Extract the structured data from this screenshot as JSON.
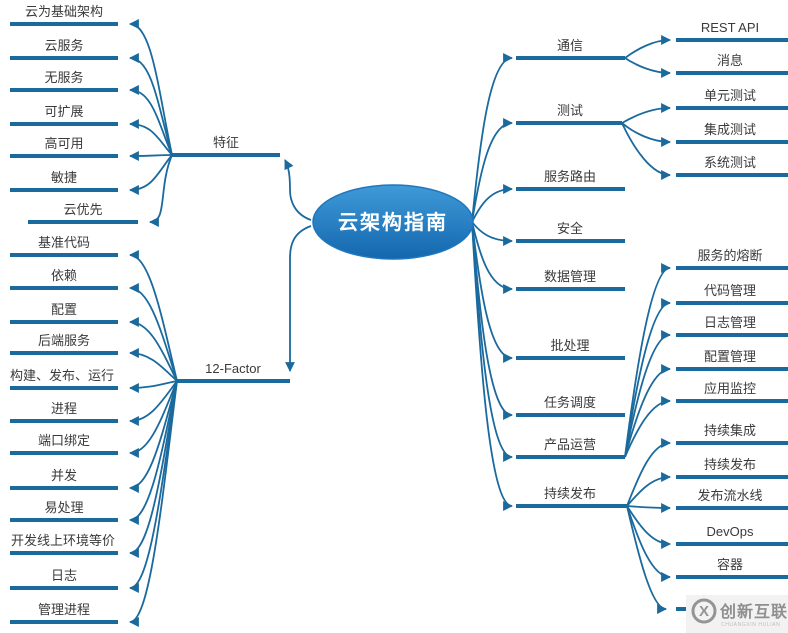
{
  "root": {
    "label": "云架构指南"
  },
  "branches_left": [
    {
      "label": "特征",
      "children": [
        "云为基础架构",
        "云服务",
        "无服务",
        "可扩展",
        "高可用",
        "敏捷",
        "云优先"
      ]
    },
    {
      "label": "12-Factor",
      "children": [
        "基准代码",
        "依赖",
        "配置",
        "后端服务",
        "构建、发布、运行",
        "进程",
        "端口绑定",
        "并发",
        "易处理",
        "开发线上环境等价",
        "日志",
        "管理进程"
      ]
    }
  ],
  "branches_right": [
    {
      "label": "通信",
      "children": [
        "REST API",
        "消息"
      ]
    },
    {
      "label": "测试",
      "children": [
        "单元测试",
        "集成测试",
        "系统测试"
      ]
    },
    {
      "label": "服务路由",
      "children": []
    },
    {
      "label": "安全",
      "children": []
    },
    {
      "label": "数据管理",
      "children": []
    },
    {
      "label": "批处理",
      "children": []
    },
    {
      "label": "任务调度",
      "children": []
    },
    {
      "label": "产品运营",
      "children": [
        "服务的熔断",
        "代码管理",
        "日志管理",
        "配置管理",
        "应用监控"
      ]
    },
    {
      "label": "持续发布",
      "children": [
        "持续集成",
        "持续发布",
        "发布流水线",
        "DevOps",
        "容器"
      ]
    }
  ],
  "watermark": {
    "brand": "创新互联",
    "caption": "CHUANGXIN HULIAN",
    "logo_glyph": "X"
  },
  "colors": {
    "line": "#1b6a9e",
    "ellipse_top": "#3f9ad8",
    "ellipse_bottom": "#1467ae",
    "label": "#3a3a3a",
    "watermark_bg": "#f2f2f2"
  }
}
